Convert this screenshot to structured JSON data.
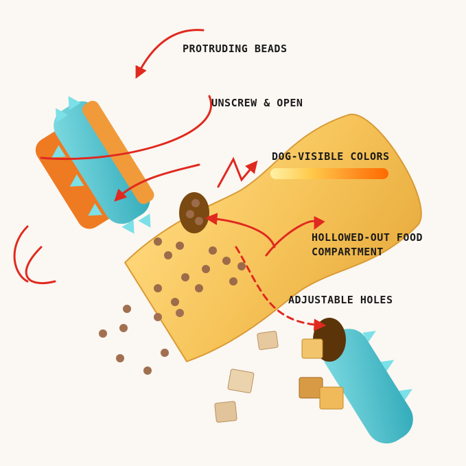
{
  "callouts": {
    "protruding_beads": "PROTRUDING BEADS",
    "unscrew_open": "UNSCREW & OPEN",
    "dog_visible_colors": "DOG-VISIBLE COLORS",
    "hollowed_line1": "HOLLOWED-OUT FOOD",
    "hollowed_line2": "COMPARTMENT",
    "adjustable_holes": "ADJUSTABLE HOLES"
  },
  "colors": {
    "toy_body": "#f6c45a",
    "cap_teal": "#4fc3cf",
    "cap_orange": "#ee7a22",
    "arrow_red": "#e0291f",
    "background": "#fbf7f2"
  },
  "icons": [
    "curved-arrow-icon",
    "rotation-arrow-icon",
    "zigzag-arrow-icon",
    "loop-arrow-icon",
    "dashed-arrow-icon"
  ]
}
